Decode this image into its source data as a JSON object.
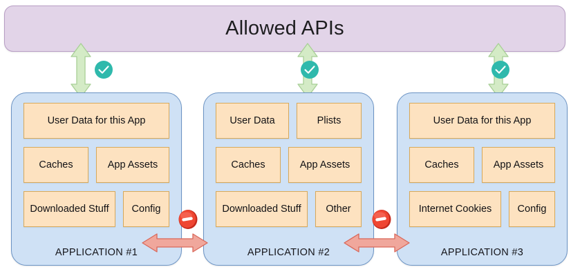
{
  "diagram": {
    "title": "Allowed APIs"
  },
  "header": {
    "label": "Allowed APIs",
    "fill_color": "#e2d4e8",
    "border_color": "#b79dc4"
  },
  "connectors": {
    "allowed_arrow_color": "#d4ebc6",
    "allowed_arrow_border": "#a8cf96",
    "blocked_arrow_color": "#f0a79c",
    "blocked_arrow_border": "#d9685a",
    "check_badge_color": "#2fb9ac",
    "block_sign_color": "#e8352a",
    "allowed_icon": "check-circle-icon",
    "blocked_icon": "no-entry-icon",
    "allowed_count": 3,
    "blocked_count": 2
  },
  "applications": [
    {
      "title": "APPLICATION #1",
      "panel_fill": "#cfe1f5",
      "panel_border": "#6b93c4",
      "box_fill": "#fde2c0",
      "box_border": "#d8a95a",
      "rows": [
        [
          "User Data for this App"
        ],
        [
          "Caches",
          "App Assets"
        ],
        [
          "Downloaded Stuff",
          "Config"
        ]
      ]
    },
    {
      "title": "APPLICATION #2",
      "panel_fill": "#cfe1f5",
      "panel_border": "#6b93c4",
      "box_fill": "#fde2c0",
      "box_border": "#d8a95a",
      "rows": [
        [
          "User Data",
          "Plists"
        ],
        [
          "Caches",
          "App Assets"
        ],
        [
          "Downloaded Stuff",
          "Other"
        ]
      ]
    },
    {
      "title": "APPLICATION #3",
      "panel_fill": "#cfe1f5",
      "panel_border": "#6b93c4",
      "box_fill": "#fde2c0",
      "box_border": "#d8a95a",
      "rows": [
        [
          "User Data for this App"
        ],
        [
          "Caches",
          "App Assets"
        ],
        [
          "Internet Cookies",
          "Config"
        ]
      ]
    }
  ]
}
